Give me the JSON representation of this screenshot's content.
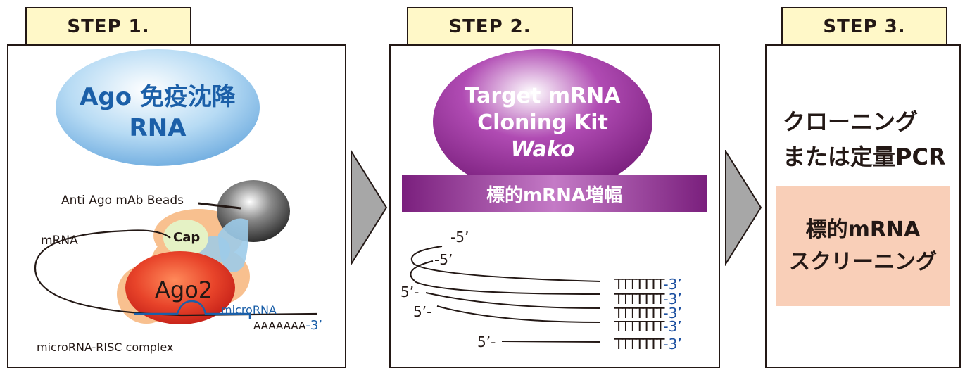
{
  "step1": {
    "tab_label": "STEP 1.",
    "ellipse_line1": "Ago 免疫沈降",
    "ellipse_line2": "RNA",
    "beads_label": "Anti Ago mAb Beads",
    "mrna_label": "mRNA",
    "cap_label": "Cap",
    "ago2_label": "Ago2",
    "microrna_label": "microRNA",
    "polya_label": "AAAAAAA",
    "polya_end": "-3’",
    "complex_label": "microRNA-RISC complex"
  },
  "step2": {
    "tab_label": "STEP 2.",
    "ellipse_line1": "Target mRNA",
    "ellipse_line2": "Cloning Kit",
    "ellipse_line3": "Wako",
    "banner": "標的mRNA増幅",
    "five_end": "-5’",
    "five_start": "5’-",
    "oligo_t": "TTTTTTT",
    "three_end": "-3’"
  },
  "step3": {
    "tab_label": "STEP 3.",
    "text_line1": "クローニング",
    "text_line2": "または定量PCR",
    "box_line1": "標的mRNA",
    "box_line2": "スクリーニング"
  },
  "colors": {
    "tab_fill": "#fff8c8",
    "blue_ellipse": "#8fc3ea",
    "blue_text": "#1b5fa8",
    "purple": "#8b2a8d",
    "ago2_red": "#e8442a",
    "screen_box": "#f9cfb8",
    "arrow_grey": "#a7a7a7",
    "oligo_blue": "#1b4fa0"
  }
}
